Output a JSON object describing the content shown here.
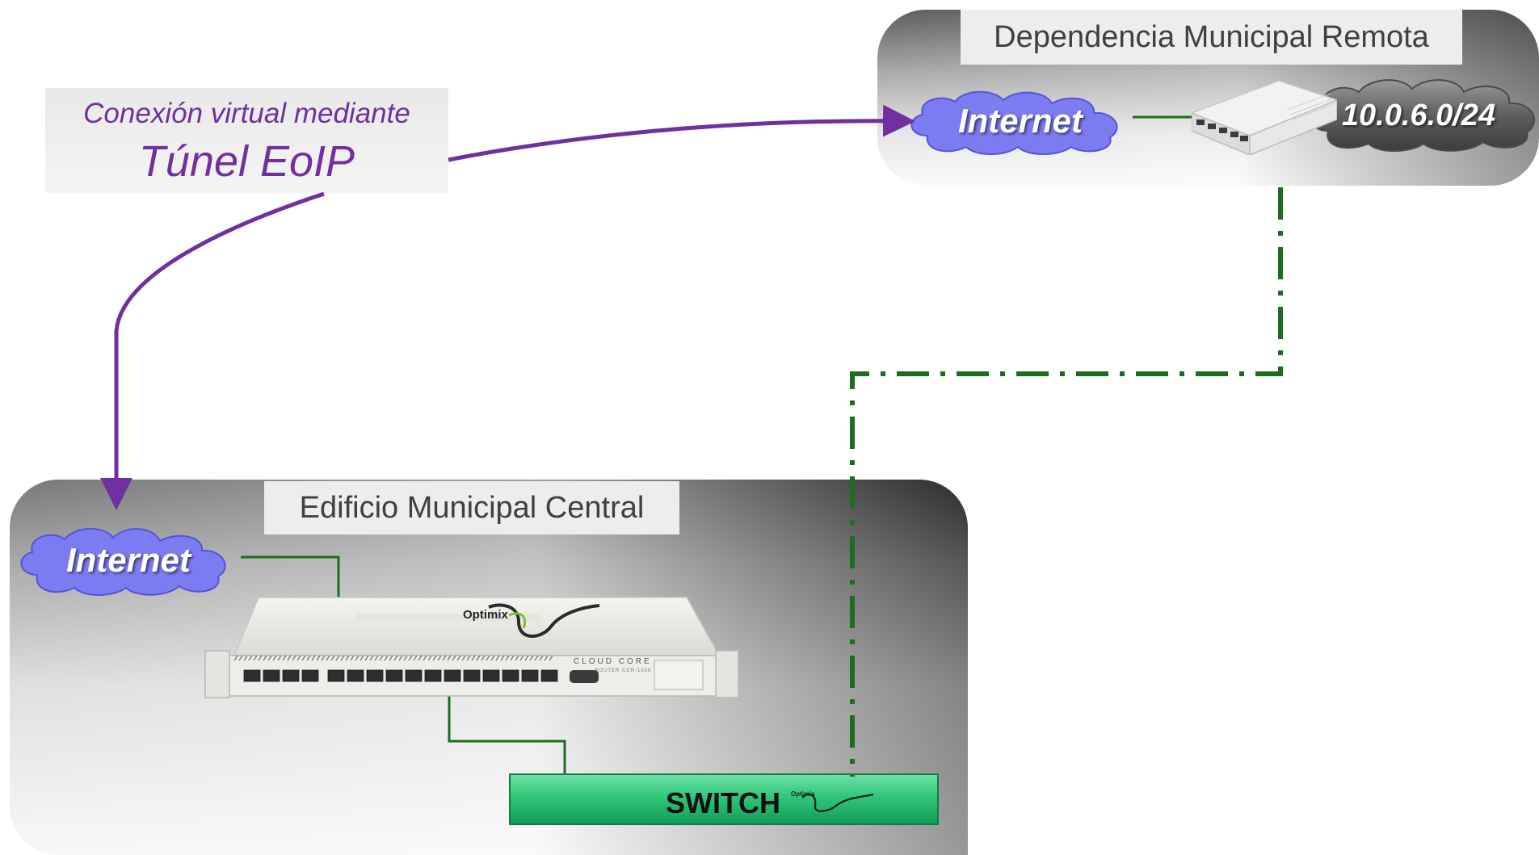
{
  "colors": {
    "tunnel": "#7030a0",
    "link": "#1f6b1f",
    "cloud_fill": "#7b7bf2",
    "subnet_cloud_fill": "#6e6e6e",
    "switch_fill": "#2fc67a"
  },
  "sites": {
    "remote": {
      "label": "Dependencia Municipal Remota"
    },
    "central": {
      "label": "Edificio Municipal Central"
    }
  },
  "tunnel": {
    "line1": "Conexión virtual mediante",
    "line2": "Túnel EoIP"
  },
  "clouds": {
    "remote_internet": "Internet",
    "central_internet": "Internet",
    "remote_subnet": "10.0.6.0/24"
  },
  "devices": {
    "central_router": {
      "brand": "Optimix",
      "model_text": "CLOUD CORE",
      "sub_text": "ROUTER CCR-1036"
    },
    "switch": {
      "label": "SWITCH",
      "brand": "Optimix"
    }
  }
}
